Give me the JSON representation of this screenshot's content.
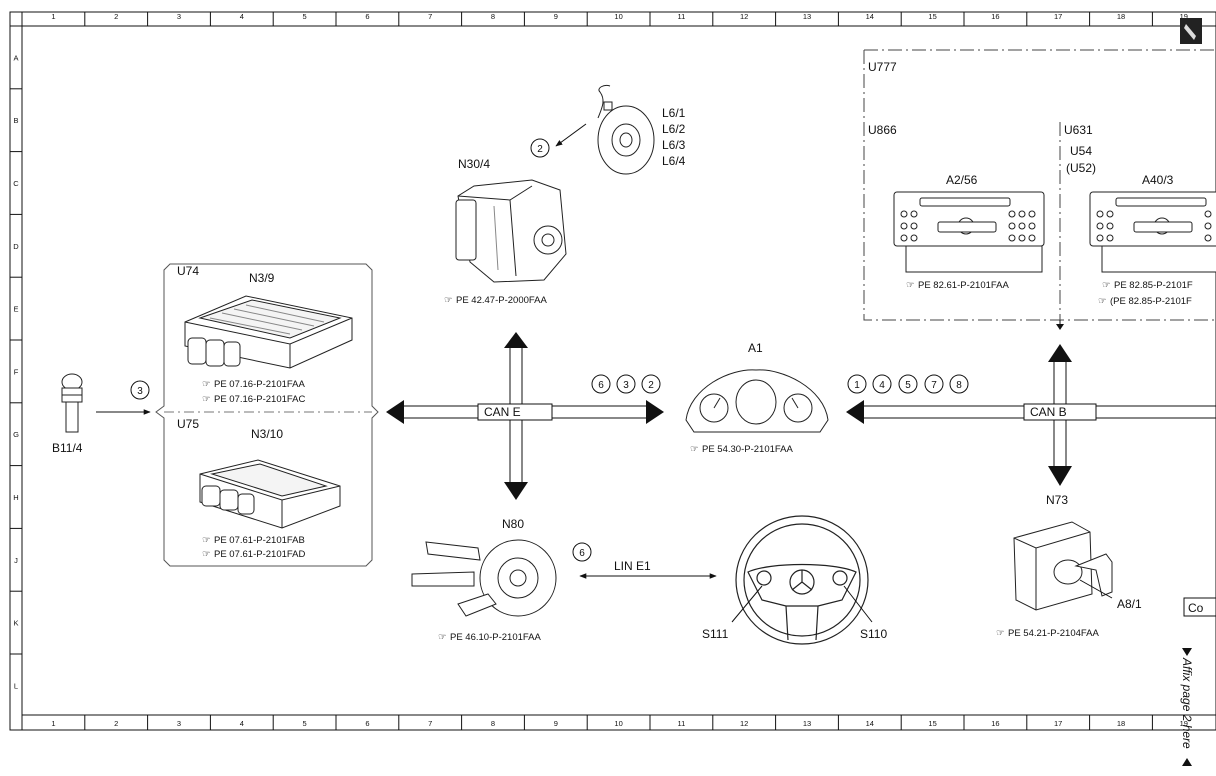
{
  "ruler": {
    "columns": [
      "1",
      "2",
      "3",
      "4",
      "5",
      "6",
      "7",
      "8",
      "9",
      "10",
      "11",
      "12",
      "13",
      "14",
      "15",
      "16",
      "17",
      "18",
      "19"
    ],
    "rows": [
      "A",
      "B",
      "C",
      "D",
      "E",
      "F",
      "G",
      "H",
      "J",
      "K",
      "L"
    ]
  },
  "groups": {
    "u777": "U777",
    "u866": "U866",
    "u631": "U631",
    "u54": "U54",
    "u52": "(U52)",
    "u74": "U74",
    "u75": "U75"
  },
  "components": {
    "l6": [
      "L6/1",
      "L6/2",
      "L6/3",
      "L6/4"
    ],
    "n30_4": {
      "label": "N30/4",
      "ref": "PE 42.47-P-2000FAA"
    },
    "n3_9": {
      "label": "N3/9",
      "refs": [
        "PE 07.16-P-2101FAA",
        "PE 07.16-P-2101FAC"
      ]
    },
    "n3_10": {
      "label": "N3/10",
      "refs": [
        "PE 07.61-P-2101FAB",
        "PE 07.61-P-2101FAD"
      ]
    },
    "b11_4": {
      "label": "B11/4"
    },
    "a1": {
      "label": "A1",
      "ref": "PE 54.30-P-2101FAA"
    },
    "n80": {
      "label": "N80",
      "ref": "PE 46.10-P-2101FAA"
    },
    "s111": {
      "label": "S111"
    },
    "s110": {
      "label": "S110"
    },
    "a2_56": {
      "label": "A2/56",
      "ref": "PE 82.61-P-2101FAA"
    },
    "a40_3": {
      "label": "A40/3",
      "refs": [
        "PE 82.85-P-2101F",
        "(PE 82.85-P-2101F"
      ]
    },
    "n73": {
      "label": "N73"
    },
    "a8_1": {
      "label": "A8/1",
      "ref": "PE 54.21-P-2104FAA"
    }
  },
  "buses": {
    "can_e": "CAN E",
    "can_b": "CAN B",
    "lin_e1": "LIN E1"
  },
  "signal_numbers": {
    "brake": "2",
    "ignition": "3",
    "can_e_signals": [
      "6",
      "3",
      "2"
    ],
    "can_b_signals": [
      "1",
      "4",
      "5",
      "7",
      "8"
    ],
    "lin": "6"
  },
  "margin": {
    "affix": "Affix page 2 here",
    "corner_text": "Co"
  }
}
